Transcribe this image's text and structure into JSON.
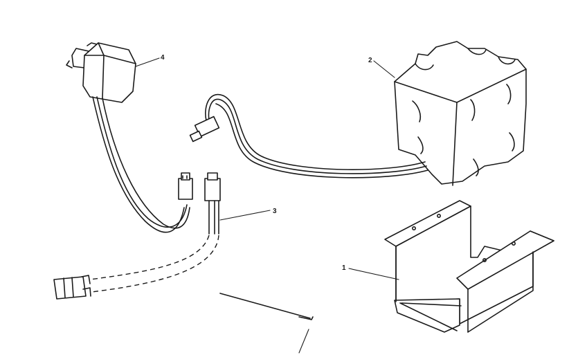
{
  "diagram": {
    "colors": {
      "ink": "#1a1a1a",
      "paper": "#ffffff"
    },
    "callouts": [
      {
        "id": "1",
        "label": "1"
      },
      {
        "id": "2",
        "label": "2"
      },
      {
        "id": "3",
        "label": "3"
      },
      {
        "id": "4",
        "label": "4"
      }
    ]
  }
}
